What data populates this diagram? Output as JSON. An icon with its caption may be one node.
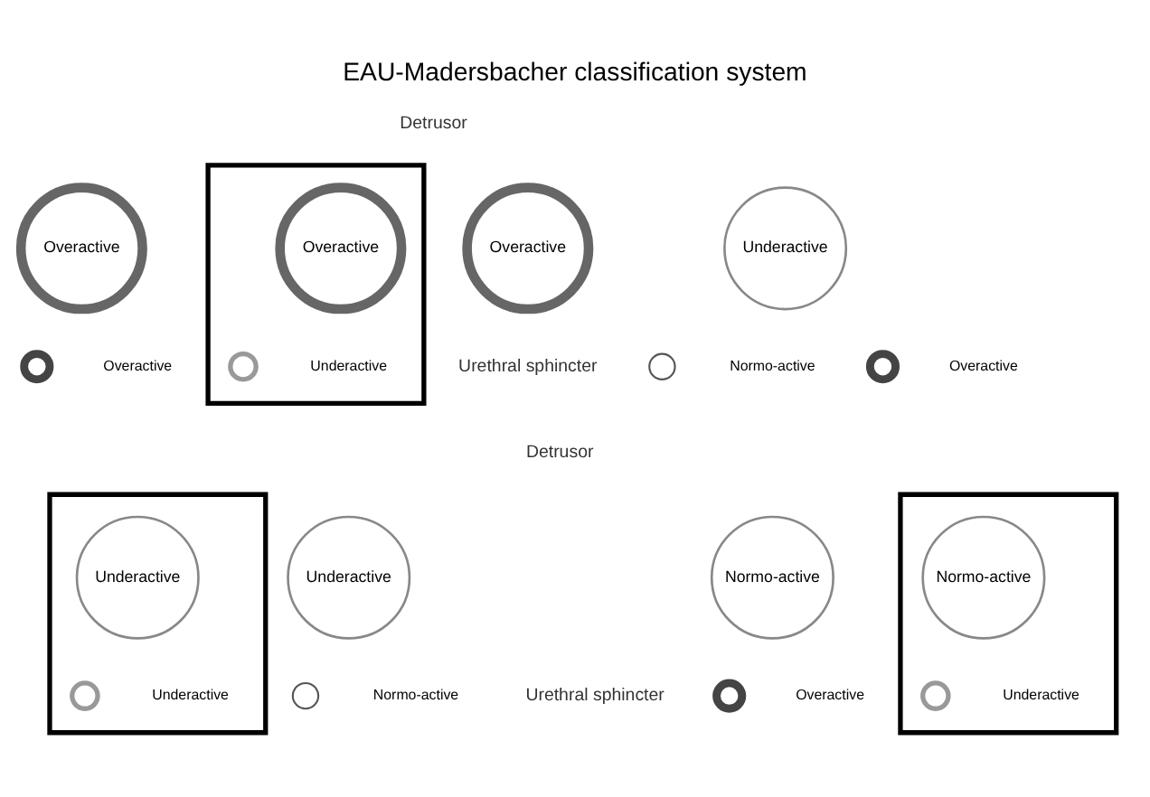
{
  "diagram": {
    "title": "EAU-Madersbacher classification system",
    "nodes": [
      {
        "text": [
          "Overactive"
        ]
      },
      {
        "text": [],
        "shape": "circle",
        "beside": [
          "Overactive"
        ]
      },
      {
        "text": [],
        "shape": "box"
      },
      {
        "text": [
          "Overactive"
        ],
        "in": 2
      },
      {
        "text": [],
        "shape": "circle",
        "beside": [
          "Underactive"
        ],
        "in": 2
      },
      {
        "text": [
          "Overactive"
        ]
      },
      {
        "text": [],
        "shape": "circle",
        "beside": [
          "Normo-active"
        ]
      },
      {
        "text": [
          "Underactive"
        ]
      },
      {
        "text": [],
        "shape": "circle",
        "beside": [
          "Overactive"
        ]
      },
      {
        "text": [],
        "shape": "box"
      },
      {
        "text": [
          "Underactive"
        ],
        "in": 9
      },
      {
        "text": [],
        "shape": "circle",
        "beside": [
          "Underactive"
        ],
        "in": 9
      },
      {
        "text": [
          "Underactive"
        ]
      },
      {
        "text": [],
        "shape": "circle",
        "beside": [
          "Normo-active"
        ]
      },
      {
        "text": [
          "Normo-active"
        ]
      },
      {
        "text": [],
        "shape": "circle",
        "beside": [
          "Overactive"
        ]
      },
      {
        "text": [],
        "shape": "box"
      },
      {
        "text": [
          "Normo-active"
        ],
        "in": 16
      },
      {
        "text": [],
        "shape": "circle",
        "beside": [
          "Underactive"
        ],
        "in": 16
      }
    ],
    "edges": [],
    "labels": [
      "Detrusor",
      "Urethral sphincter",
      "Detrusor",
      "Urethral sphincter"
    ]
  }
}
